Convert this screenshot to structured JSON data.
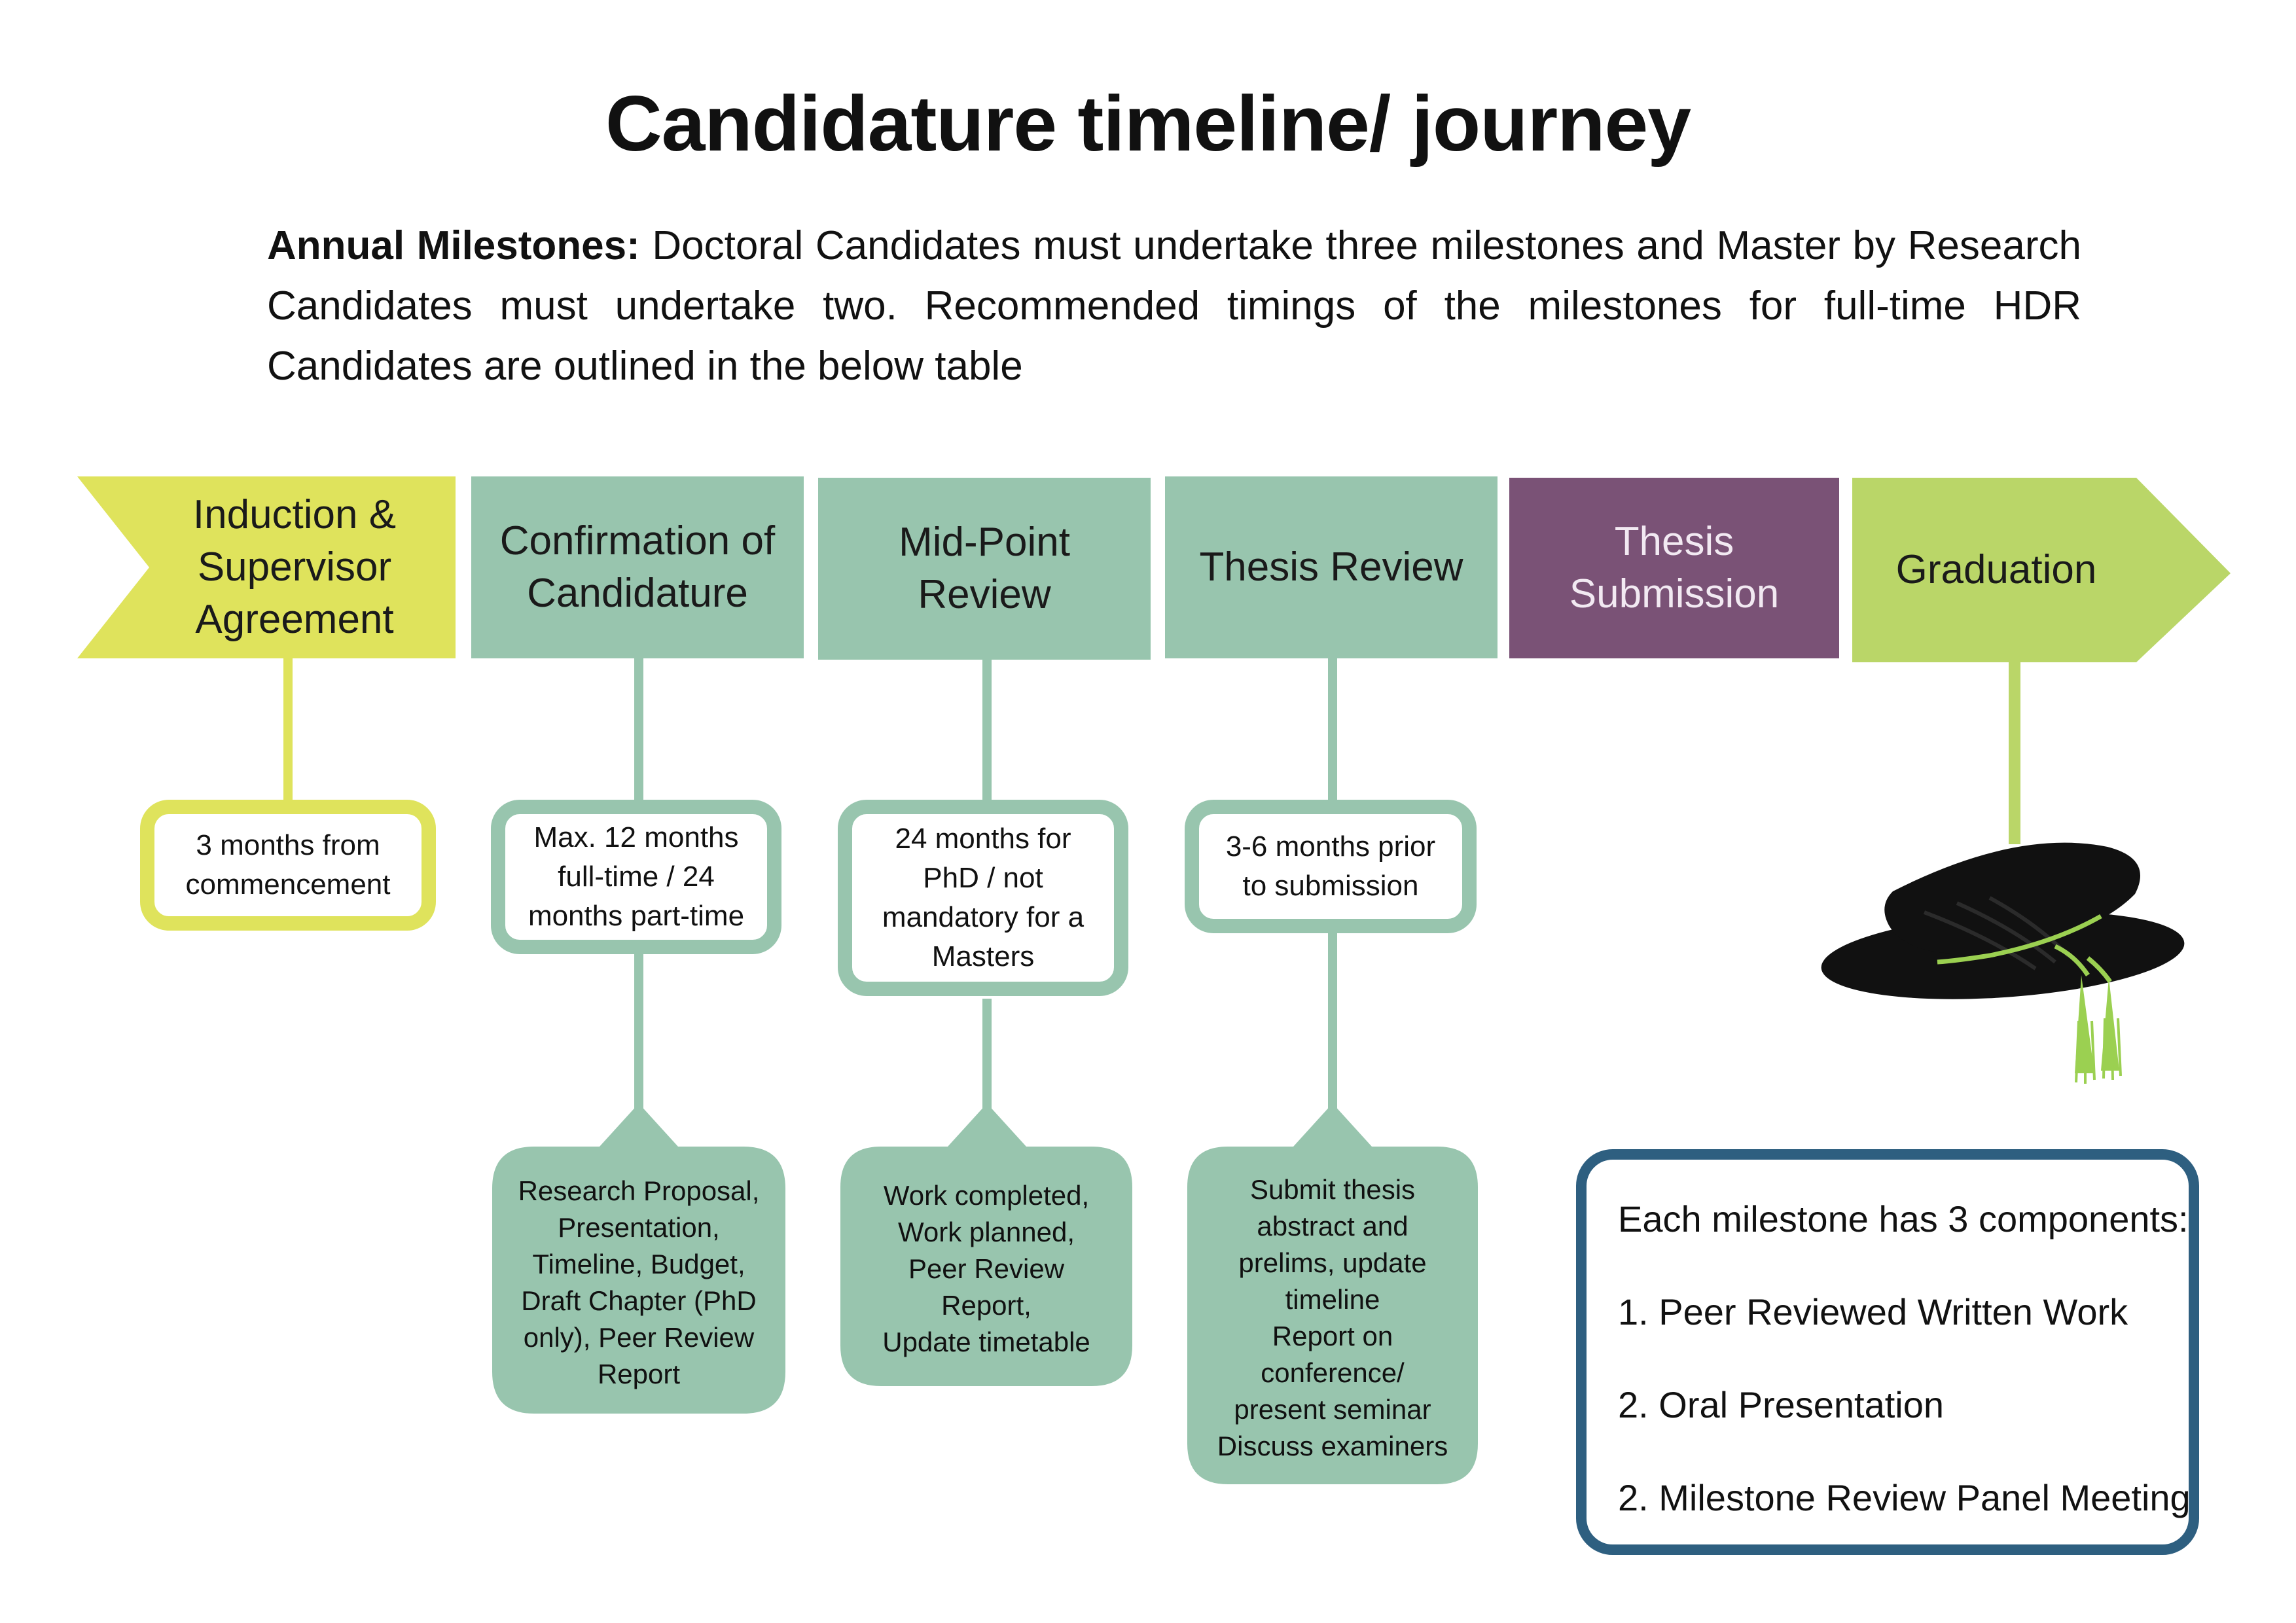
{
  "title": "Candidature timeline/ journey",
  "intro": {
    "lead": "Annual Milestones:",
    "text": "Doctoral Candidates must undertake three milestones and Master by Research Candidates must undertake two. Recommended timings of the milestones for full-time HDR Candidates are outlined in the below table"
  },
  "colors": {
    "yellow": "#dfe35c",
    "teal": "#98c5ae",
    "purple": "#7a5276",
    "green": "#bad668",
    "navy": "#2e5f80"
  },
  "stages": [
    {
      "label": "Induction & Supervisor Agreement",
      "timing": "3 months from commencement",
      "detail": ""
    },
    {
      "label": "Confirmation of Candidature",
      "timing": "Max. 12 months full-time / 24 months part-time",
      "detail": "Research Proposal,\nPresentation,\nTimeline, Budget,\nDraft Chapter (PhD\nonly), Peer Review\nReport"
    },
    {
      "label": "Mid-Point Review",
      "timing": "24 months for PhD / not mandatory for a Masters",
      "detail": "Work completed,\nWork planned,\nPeer Review\nReport,\nUpdate timetable"
    },
    {
      "label": "Thesis Review",
      "timing": "3-6 months prior to submission",
      "detail": "Submit thesis\nabstract and\nprelims, update\ntimeline\nReport on\nconference/\npresent seminar\nDiscuss examiners"
    },
    {
      "label": "Thesis Submission",
      "timing": "",
      "detail": ""
    },
    {
      "label": "Graduation",
      "timing": "",
      "detail": ""
    }
  ],
  "components": {
    "heading": "Each milestone has 3 components:",
    "items": [
      "1.  Peer Reviewed Written Work",
      "2.  Oral Presentation",
      "2.  Milestone Review Panel Meeting"
    ]
  }
}
